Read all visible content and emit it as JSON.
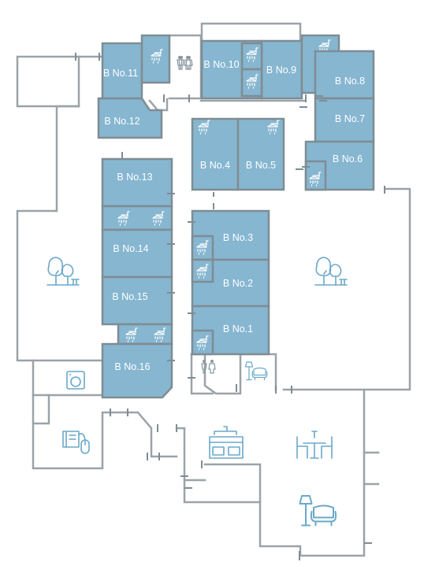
{
  "rooms": [
    {
      "label": "B No.1"
    },
    {
      "label": "B No.2"
    },
    {
      "label": "B No.3"
    },
    {
      "label": "B No.4"
    },
    {
      "label": "B No.5"
    },
    {
      "label": "B No.6"
    },
    {
      "label": "B No.7"
    },
    {
      "label": "B No.8"
    },
    {
      "label": "B No.9"
    },
    {
      "label": "B No.10"
    },
    {
      "label": "B No.11"
    },
    {
      "label": "B No.12"
    },
    {
      "label": "B No.13"
    },
    {
      "label": "B No.14"
    },
    {
      "label": "B No.15"
    },
    {
      "label": "B No.16"
    }
  ],
  "icons": {
    "shower": "shower-icon",
    "restroom": "restroom-icon",
    "tree": "tree-icon",
    "washer": "washing-machine-icon",
    "library": "book-mouse-icon",
    "kitchen": "stove-icon",
    "dining": "dining-table-icon",
    "lounge": "lamp-armchair-icon"
  },
  "colors": {
    "room_fill": "#86b6d0",
    "wall": "#9aa3a8",
    "icon": "#6aa8c9"
  }
}
